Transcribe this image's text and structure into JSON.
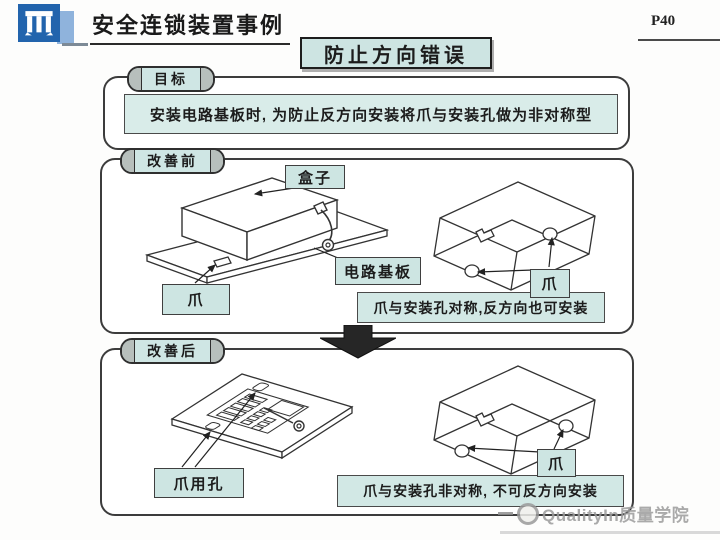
{
  "header": {
    "title": "安全连锁装置事例",
    "page_number": "P40",
    "subtitle": "防止方向错误"
  },
  "goal": {
    "tag": "目标",
    "statement": "安装电路基板时, 为防止反方向安装将爪与安装孔做为非对称型"
  },
  "before": {
    "tag": "改善前",
    "box_label": "盒子",
    "claw_label_left": "爪",
    "board_label": "电路基板",
    "claw_label_right": "爪",
    "caption": "爪与安装孔对称,反方向也可安装"
  },
  "after": {
    "tag": "改善后",
    "claw_hole_label": "爪用孔",
    "claw_label": "爪",
    "caption": "爪与安装孔非对称, 不可反方向安装"
  },
  "watermark": {
    "text": "QualityIn质量学院"
  },
  "colors": {
    "accent_cyan": "#cfe6e4",
    "statement_cyan": "#d9ece9",
    "logo_blue": "#2264ad",
    "logo_blue_light": "#8fb3dc",
    "arrow_black": "#262626",
    "watermark_gray": "#9c9c9c"
  },
  "icons": {
    "logo": "company-monogram",
    "down_arrow": "thick-down-arrow",
    "wire_loop": "screw-hole-loop"
  }
}
